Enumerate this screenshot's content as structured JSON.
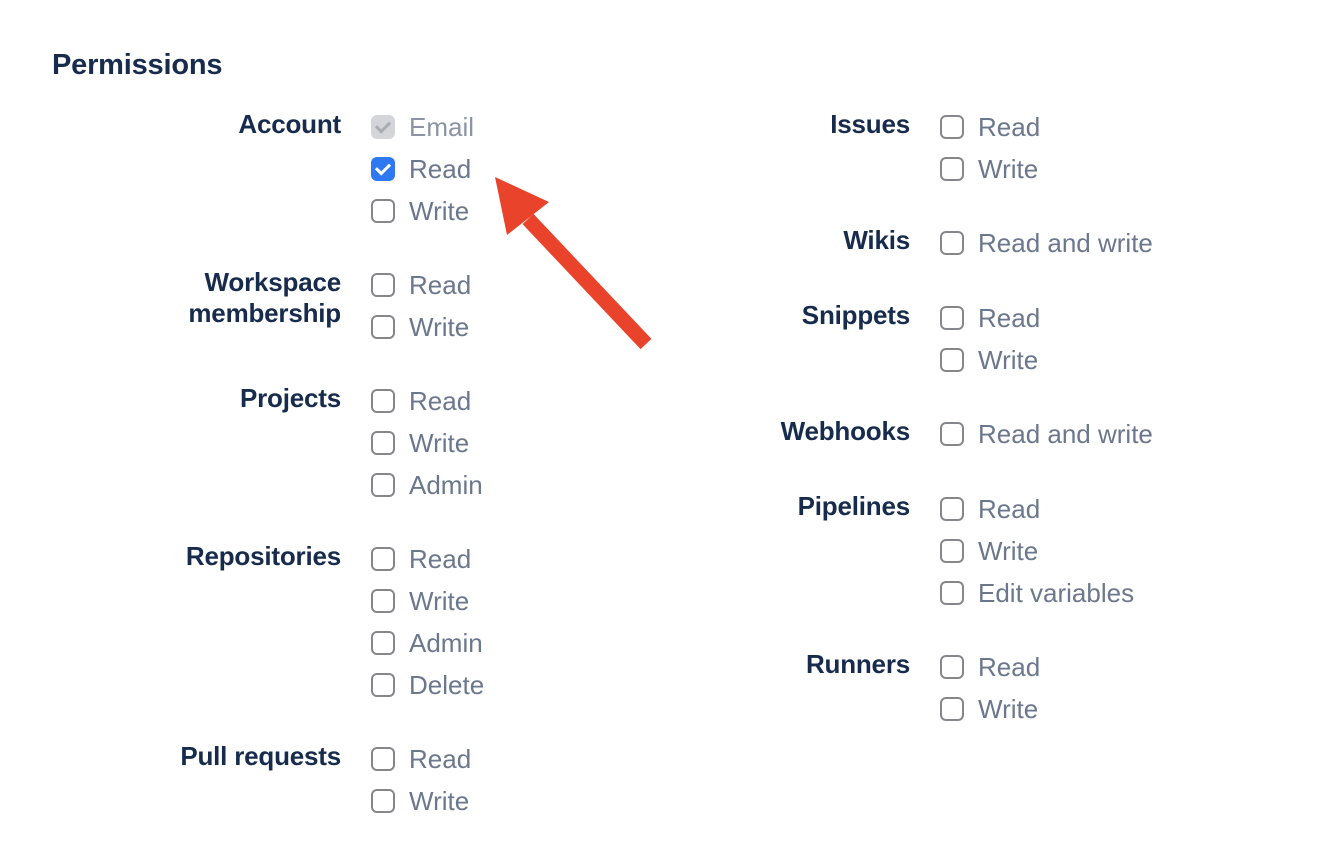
{
  "title": "Permissions",
  "colors": {
    "heading_text": "#172B4D",
    "group_label_text": "#172B4D",
    "option_label_text": "#6B778C",
    "checkbox_border": "#85878A",
    "checkbox_checked_bg": "#2E79F2",
    "checkbox_disabled_bg": "#D3D5D8",
    "arrow_red": "#E9432C"
  },
  "columns": {
    "left": [
      {
        "label": "Account",
        "options": [
          {
            "label": "Email",
            "checked": true,
            "disabled": true
          },
          {
            "label": "Read",
            "checked": true,
            "disabled": false
          },
          {
            "label": "Write",
            "checked": false,
            "disabled": false
          }
        ]
      },
      {
        "label": "Workspace membership",
        "options": [
          {
            "label": "Read",
            "checked": false,
            "disabled": false
          },
          {
            "label": "Write",
            "checked": false,
            "disabled": false
          }
        ]
      },
      {
        "label": "Projects",
        "options": [
          {
            "label": "Read",
            "checked": false,
            "disabled": false
          },
          {
            "label": "Write",
            "checked": false,
            "disabled": false
          },
          {
            "label": "Admin",
            "checked": false,
            "disabled": false
          }
        ]
      },
      {
        "label": "Repositories",
        "options": [
          {
            "label": "Read",
            "checked": false,
            "disabled": false
          },
          {
            "label": "Write",
            "checked": false,
            "disabled": false
          },
          {
            "label": "Admin",
            "checked": false,
            "disabled": false
          },
          {
            "label": "Delete",
            "checked": false,
            "disabled": false
          }
        ]
      },
      {
        "label": "Pull requests",
        "options": [
          {
            "label": "Read",
            "checked": false,
            "disabled": false
          },
          {
            "label": "Write",
            "checked": false,
            "disabled": false
          }
        ]
      }
    ],
    "right": [
      {
        "label": "Issues",
        "options": [
          {
            "label": "Read",
            "checked": false,
            "disabled": false
          },
          {
            "label": "Write",
            "checked": false,
            "disabled": false
          }
        ]
      },
      {
        "label": "Wikis",
        "options": [
          {
            "label": "Read and write",
            "checked": false,
            "disabled": false
          }
        ]
      },
      {
        "label": "Snippets",
        "options": [
          {
            "label": "Read",
            "checked": false,
            "disabled": false
          },
          {
            "label": "Write",
            "checked": false,
            "disabled": false
          }
        ]
      },
      {
        "label": "Webhooks",
        "options": [
          {
            "label": "Read and write",
            "checked": false,
            "disabled": false
          }
        ]
      },
      {
        "label": "Pipelines",
        "options": [
          {
            "label": "Read",
            "checked": false,
            "disabled": false
          },
          {
            "label": "Write",
            "checked": false,
            "disabled": false
          },
          {
            "label": "Edit variables",
            "checked": false,
            "disabled": false
          }
        ]
      },
      {
        "label": "Runners",
        "options": [
          {
            "label": "Read",
            "checked": false,
            "disabled": false
          },
          {
            "label": "Write",
            "checked": false,
            "disabled": false
          }
        ]
      }
    ]
  },
  "annotation_arrow": {
    "color": "#E9432C",
    "points_to": "account-read-checkbox"
  }
}
